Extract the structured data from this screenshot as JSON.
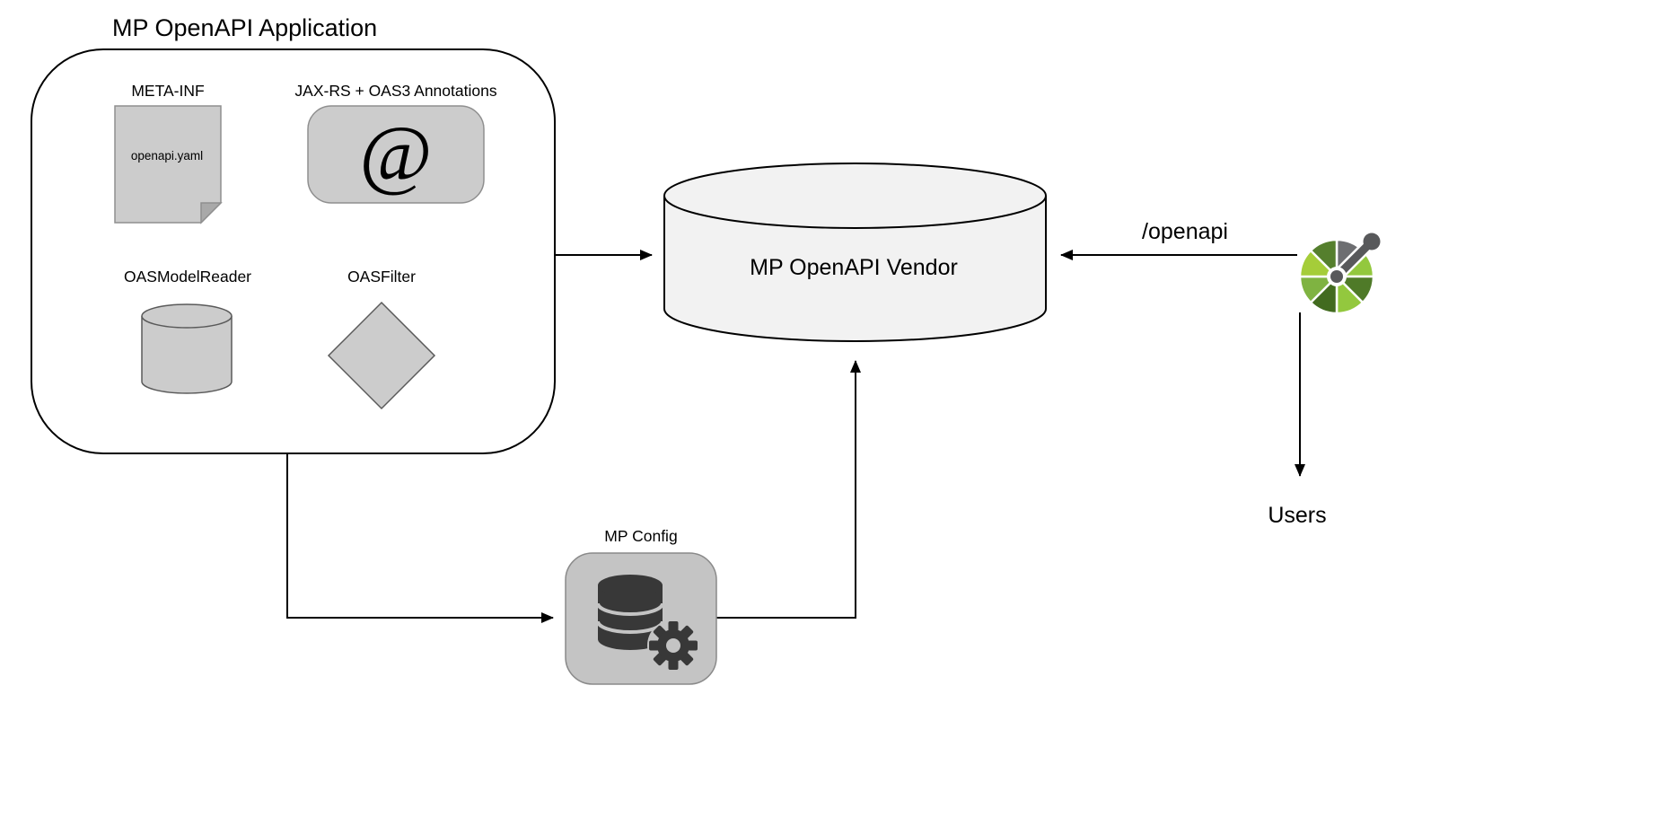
{
  "diagram": {
    "title": "MP OpenAPI Application",
    "application": {
      "meta_inf_label": "META-INF",
      "openapi_yaml": "openapi.yaml",
      "annotations_label": "JAX-RS + OAS3 Annotations",
      "annotation_symbol": "@",
      "model_reader_label": "OASModelReader",
      "filter_label": "OASFilter"
    },
    "vendor": {
      "label": "MP OpenAPI Vendor"
    },
    "endpoint": {
      "label": "/openapi"
    },
    "users": {
      "label": "Users"
    },
    "config": {
      "label": "MP Config"
    },
    "icons": {
      "document": "document-icon",
      "annotation": "at-symbol-icon",
      "model_reader": "database-cylinder-icon",
      "filter": "diamond-icon",
      "vendor": "database-cylinder-icon",
      "config": "database-gear-icon",
      "client": "openapi-logo-icon"
    },
    "colors": {
      "shape_fill": "#cccccc",
      "shape_stroke": "#6e6e6e",
      "fold_fill": "#a9a9a9",
      "vendor_fill": "#f2f2f2",
      "config_fill": "#c4c4c4",
      "icon_dark": "#383838",
      "line": "#000000",
      "logo_gray": "#58595b",
      "logo_sector_gray": "#6d6e71",
      "logo_green_1": "#93c83e",
      "logo_green_2": "#4f7a28",
      "logo_green_3": "#426b1f",
      "logo_green_4": "#7fb341",
      "logo_green_5": "#a5cd39",
      "logo_green_6": "#557f2d"
    }
  }
}
